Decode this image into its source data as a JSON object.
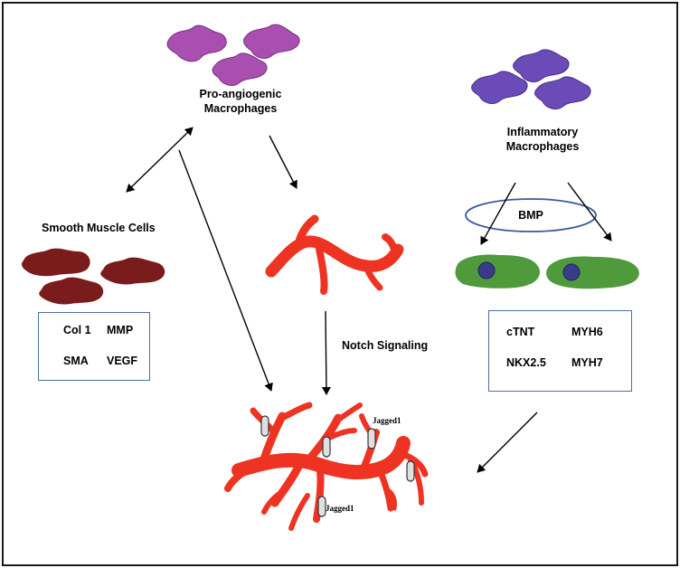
{
  "labels": {
    "proangio_line1": "Pro-angiogenic",
    "proangio_line2": "Macrophages",
    "inflam_line1": "Inflammatory",
    "inflam_line2": "Macrophages",
    "smc": "Smooth Muscle Cells",
    "bmp": "BMP",
    "notch": "Notch Signaling",
    "jagged_a": "Jagged1",
    "jagged_b": "Jagged1"
  },
  "smc_box": {
    "col1": "Col 1",
    "mmp": "MMP",
    "sma": "SMA",
    "vegf": "VEGF"
  },
  "cm_box": {
    "ctnt": "cTNT",
    "myh6": "MYH6",
    "nkx": "NKX2.5",
    "myh7": "MYH7"
  },
  "colors": {
    "proangio": "#a94fb0",
    "inflam": "#6a4bb8",
    "smc_cell": "#7a1c1c",
    "vessel": "#ee3322",
    "cm_cell": "#4f9a3a",
    "nucleus": "#3a3a8a",
    "box_border": "#4a6fa5"
  }
}
